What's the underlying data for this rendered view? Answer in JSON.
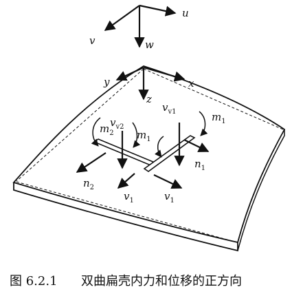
{
  "labels": {
    "u": "u",
    "v": "v",
    "w": "w",
    "y": "y",
    "x": "x",
    "z": "z",
    "m1_top": {
      "main": "m",
      "sub": "1"
    },
    "m1_mid": {
      "main": "m",
      "sub": "1"
    },
    "m2": {
      "main": "m",
      "sub": "2"
    },
    "vv1": {
      "main": "v",
      "sub": "v1"
    },
    "vv2": {
      "main": "v",
      "sub": "v2"
    },
    "n1": {
      "main": "n",
      "sub": "1"
    },
    "n2": {
      "main": "n",
      "sub": "2"
    },
    "v1_left": {
      "main": "v",
      "sub": "1"
    },
    "v1_right": {
      "main": "v",
      "sub": "1"
    }
  },
  "caption": {
    "number": "图 6.2.1",
    "text": "双曲扁壳内力和位移的正方向"
  }
}
